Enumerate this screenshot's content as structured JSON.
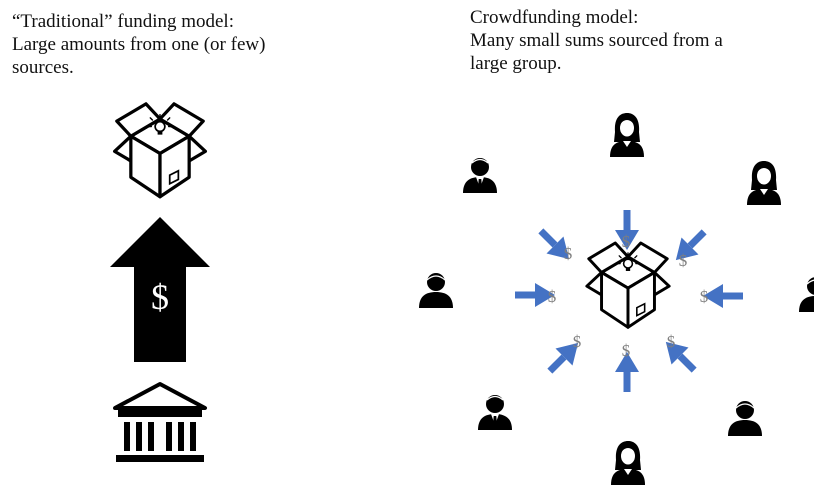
{
  "traditional": {
    "title": "“Traditional” funding model:",
    "description_line1": "Large amounts from one (or few)",
    "description_line2": "sources.",
    "arrow_symbol": "$",
    "icons": [
      "idea-box-icon",
      "bank-icon",
      "up-arrow-icon"
    ]
  },
  "crowdfunding": {
    "title": "Crowdfunding model:",
    "description_line1": "Many small sums sourced from a",
    "description_line2": "large group.",
    "dollar_symbol": "$",
    "icons": [
      "idea-box-icon",
      "person-icon"
    ]
  },
  "colors": {
    "arrow_blue": "#4472C4",
    "black": "#000000",
    "dollar_gray": "#7f7f7f"
  }
}
